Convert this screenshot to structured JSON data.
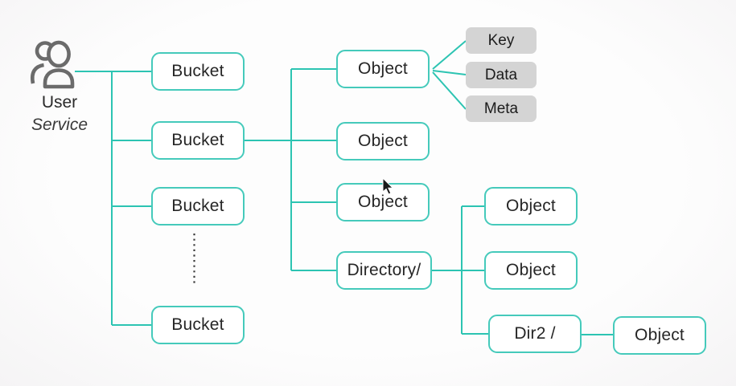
{
  "user": {
    "name": "User",
    "role": "Service"
  },
  "buckets": [
    {
      "label": "Bucket"
    },
    {
      "label": "Bucket"
    },
    {
      "label": "Bucket"
    },
    {
      "label": "Bucket"
    }
  ],
  "objects": [
    {
      "label": "Object"
    },
    {
      "label": "Object"
    },
    {
      "label": "Object"
    }
  ],
  "directory": {
    "label": "Directory/"
  },
  "directory_objects": [
    {
      "label": "Object"
    },
    {
      "label": "Object"
    }
  ],
  "dir2": {
    "label": "Dir2 /"
  },
  "dir2_object": {
    "label": "Object"
  },
  "object_metadata": [
    {
      "label": "Key"
    },
    {
      "label": "Data"
    },
    {
      "label": "Meta"
    }
  ],
  "icons": {
    "user": "users-icon",
    "cursor": "arrow-cursor",
    "ellipsis": "vertical-dotted-ellipsis"
  },
  "colors": {
    "connector": "#2cc4b2",
    "node_border": "#45cabb",
    "node_fill": "#ffffff",
    "meta_fill": "#d4d4d4",
    "icon_gray": "#6b6b6b",
    "text": "#262626",
    "background": "#fbfbfb",
    "ellipsis_dots": "#3a3a3a"
  }
}
